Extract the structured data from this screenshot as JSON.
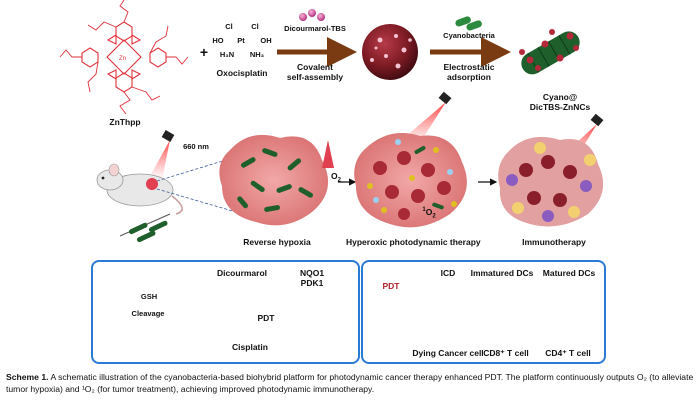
{
  "top_row": {
    "znthpp": "ZnThpp",
    "plus": "+",
    "oxocisplatin": "Oxocisplatin",
    "pt_formula": {
      "cl_left": "Cl",
      "cl_right": "Cl",
      "ho": "HO",
      "pt": "Pt",
      "oh": "OH",
      "h3n": "H₃N",
      "nh3": "NH₃"
    },
    "arrow1_top": "Dicourmarol-TBS",
    "arrow1_bottom_1": "Covalent",
    "arrow1_bottom_2": "self-assembly",
    "arrow2_top": "Cyanobacteria",
    "arrow2_bottom_1": "Electrostatic",
    "arrow2_bottom_2": "adsorption",
    "product_1": "Cyano@",
    "product_2": "DicTBS-ZnNCs"
  },
  "middle_row": {
    "laser": "660 nm",
    "o2": "O",
    "o2_sub": "2",
    "singlet_sup": "1",
    "singlet": "O",
    "singlet_sub": "2",
    "stage1": "Reverse hypoxia",
    "stage2": "Hyperoxic photodynamic therapy",
    "stage3": "Immunotherapy"
  },
  "panel_left": {
    "gsh_1": "GSH",
    "gsh_2": "Cleavage",
    "dicourmarol": "Dicourmarol",
    "pdt": "PDT",
    "cisplatin": "Cisplatin",
    "nqo1": "NQO1",
    "pdk1": "PDK1"
  },
  "panel_right": {
    "pdt": "PDT",
    "icd": "ICD",
    "immatured": "Immatured  DCs",
    "matured": "Matured  DCs",
    "dying": "Dying Cancer cell",
    "cd8": "CD8⁺ T cell",
    "cd4": "CD4⁺ T cell"
  },
  "caption": {
    "label": "Scheme 1.",
    "text": "A schematic illustration of the cyanobacteria-based biohybrid platform for photodynamic cancer therapy enhanced PDT. The platform continuously outputs O₂ (to alleviate tumor hypoxia) and ¹O₂ (for tumor treatment), achieving improved photodynamic immunotherapy."
  },
  "colors": {
    "porphyrin": "#e0303a",
    "nanoparticle": "#7a1a22",
    "cyanobacteria": "#1f6b32",
    "tumor": "#c95a5a",
    "panel_border": "#2b7bd6",
    "arrow": "#7a3b12"
  }
}
